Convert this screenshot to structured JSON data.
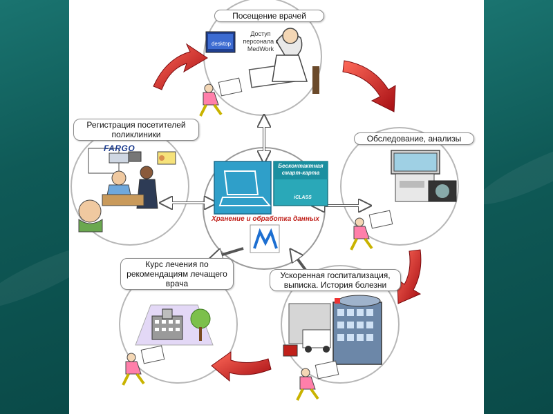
{
  "labels": {
    "doctor_visit": "Посещение врачей",
    "registration": "Регистрация посетителей поликлиники",
    "examination": "Обследование, анализы",
    "treatment": "Курс лечения по рекомендациям лечащего врача",
    "hospitalization": "Ускоренная госпитализация, выписка. История болезни"
  },
  "doctor_visit_note": "Доступ персонала к MedWork",
  "center_caption": "Хранение и обработка данных",
  "smart_card_text": "Бесконтактная смарт-карта",
  "smart_card_brand": "iCLASS",
  "printer_brand": "FARGO",
  "desktop_badge": "desktop",
  "colors": {
    "arrow_red": "#c8151b",
    "background_teal": "#0f5a57",
    "laptop_blue": "#2f9fc9"
  }
}
